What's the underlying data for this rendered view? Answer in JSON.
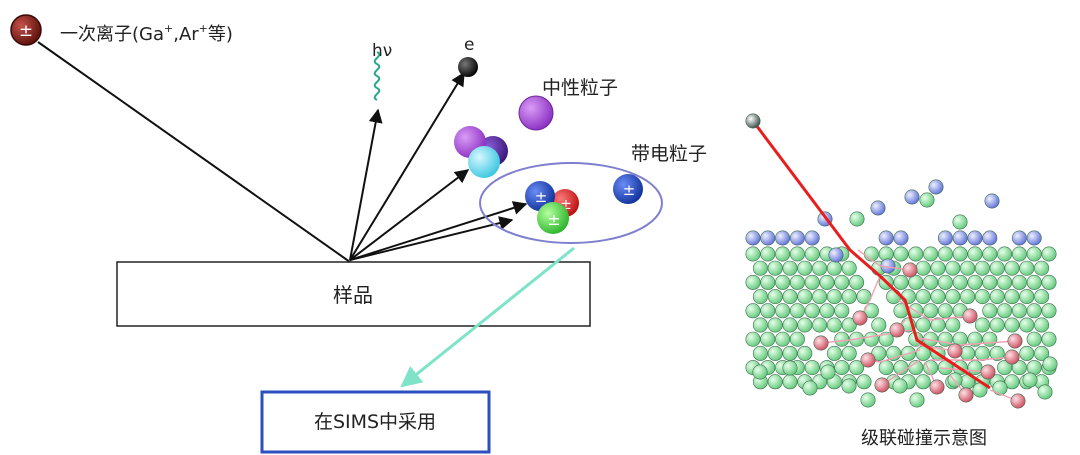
{
  "left": {
    "primary_ion": {
      "symbol": "±",
      "label_main": "一次离子(Ga",
      "label_sup1": "+",
      "label_mid": ",Ar",
      "label_sup2": "+",
      "label_end": "等)"
    },
    "photon_label": "hν",
    "electron_label": "e",
    "neutral_label": "中性粒子",
    "charged_label": "带电粒子",
    "ion_symbol": "±",
    "sample_label": "样品",
    "sims_label": "在SIMS中采用"
  },
  "right": {
    "caption": "级联碰撞示意图"
  },
  "colors": {
    "primary_ion": "#7a1a14",
    "arrow": "#111111",
    "photon": "#2aa88a",
    "electron": "#000000",
    "neutral": "#a24ad6",
    "cyan": "#5fd6ea",
    "blue_ion": "#1c4fd0",
    "red_ion": "#e21d1d",
    "green_ion": "#3fd43b",
    "ellipse": "#7f7fd0",
    "sims_arrow": "#7fe3c8",
    "sims_box": "#2b4fbf",
    "green_atom": "#8fe3a0",
    "blue_atom": "#9aa6f0",
    "red_atom": "#e57f8a",
    "cascade_main": "#e81e1e",
    "cascade_branch": "#f2a0b4"
  }
}
